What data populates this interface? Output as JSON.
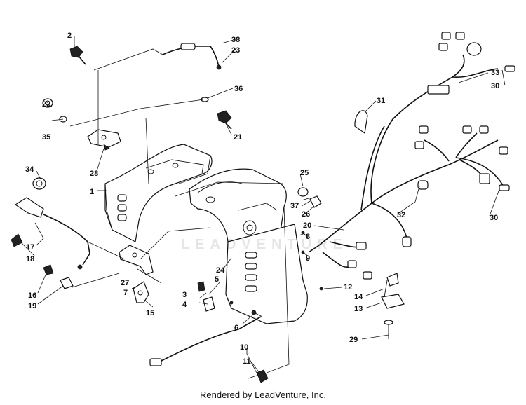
{
  "diagram": {
    "callouts": [
      "1",
      "2",
      "3",
      "4",
      "5",
      "6",
      "7",
      "8",
      "9",
      "10",
      "11",
      "12",
      "13",
      "14",
      "15",
      "16",
      "17",
      "18",
      "19",
      "20",
      "21",
      "22",
      "23",
      "24",
      "25",
      "26",
      "27",
      "28",
      "29",
      "30",
      "30",
      "31",
      "32",
      "33",
      "34",
      "35",
      "36",
      "37",
      "38"
    ],
    "watermark_text": "LEADVENTURE",
    "footer_text": "Rendered by LeadVenture, Inc."
  }
}
